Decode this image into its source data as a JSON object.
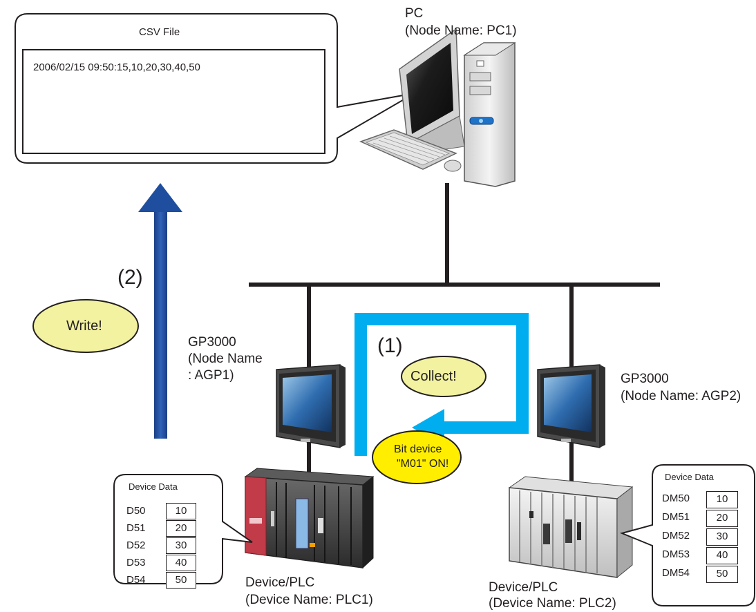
{
  "csv_box": {
    "title": "CSV File",
    "line": "2006/02/15 09:50:15,10,20,30,40,50"
  },
  "pc": {
    "label_1": "PC",
    "label_2": "(Node Name: PC1)"
  },
  "gp1": {
    "label_1": "GP3000",
    "label_2": "(Node Name",
    "label_3": ": AGP1)"
  },
  "gp2": {
    "label_1": "GP3000",
    "label_2": "(Node Name: AGP2)"
  },
  "plc1": {
    "label_1": "Device/PLC",
    "label_2": "(Device Name: PLC1)"
  },
  "plc2": {
    "label_1": "Device/PLC",
    "label_2": "(Device Name: PLC2)"
  },
  "step2": {
    "number": "(2)",
    "bubble": "Write!"
  },
  "step1": {
    "number": "(1)",
    "bubble": "Collect!"
  },
  "trigger": {
    "line_1": "Bit device",
    "line_2": "\"M01\" ON!"
  },
  "data_box_1": {
    "title": "Device Data",
    "rows": [
      {
        "addr": "D50",
        "value": "10"
      },
      {
        "addr": "D51",
        "value": "20"
      },
      {
        "addr": "D52",
        "value": "30"
      },
      {
        "addr": "D53",
        "value": "40"
      },
      {
        "addr": "D54",
        "value": "50"
      }
    ]
  },
  "data_box_2": {
    "title": "Device Data",
    "rows": [
      {
        "addr": "DM50",
        "value": "10"
      },
      {
        "addr": "DM51",
        "value": "20"
      },
      {
        "addr": "DM52",
        "value": "30"
      },
      {
        "addr": "DM53",
        "value": "40"
      },
      {
        "addr": "DM54",
        "value": "50"
      }
    ]
  },
  "colors": {
    "network_line": "#231f20",
    "write_arrow": "#1f4e9e",
    "collect_arrow": "#00aeef",
    "bubble_yellow": "#f2f2a0",
    "trigger_yellow": "#ffee00"
  }
}
